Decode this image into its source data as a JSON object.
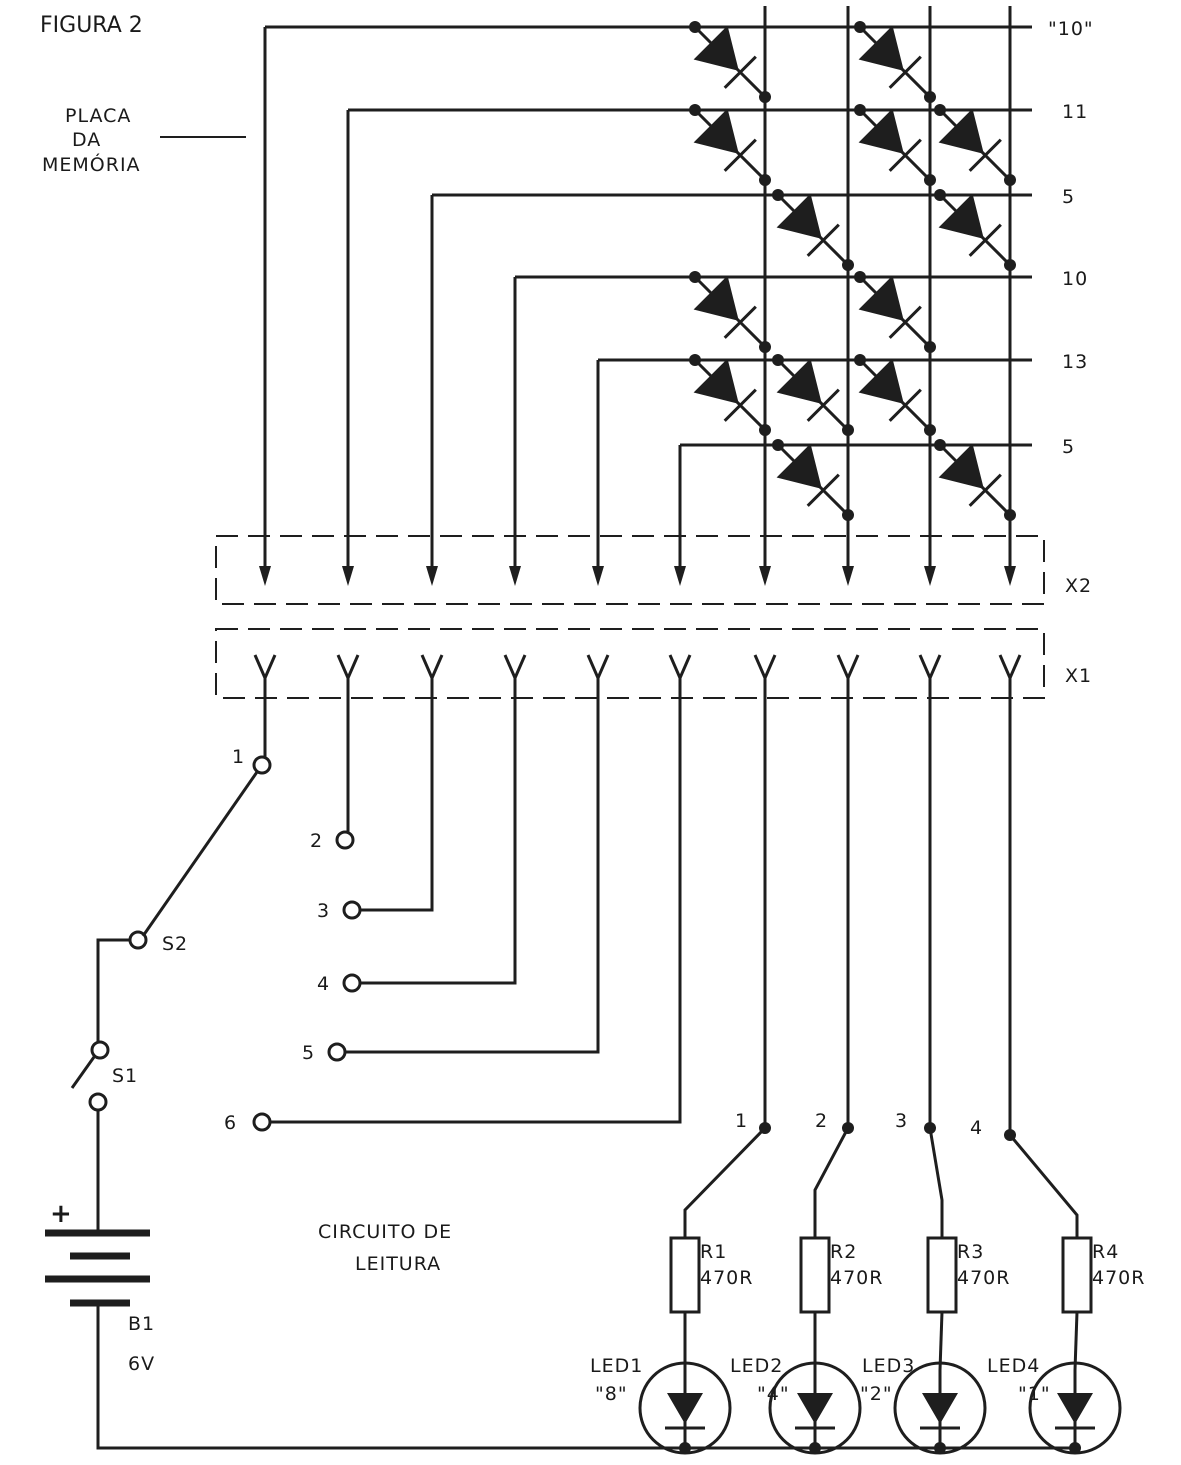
{
  "figure_title": "FIGURA 2",
  "memory_board_label": [
    "PLACA",
    "DA",
    "MEMÓRIA"
  ],
  "reading_circuit_label": [
    "CIRCUITO  DE",
    "LEITURA"
  ],
  "row_labels": [
    "\"10\"",
    "11",
    "5",
    "10",
    "13",
    "5"
  ],
  "diode_matrix": [
    [
      1,
      0,
      1,
      0
    ],
    [
      1,
      0,
      1,
      1
    ],
    [
      0,
      1,
      0,
      1
    ],
    [
      1,
      0,
      1,
      0
    ],
    [
      1,
      1,
      1,
      0
    ],
    [
      0,
      1,
      0,
      1
    ]
  ],
  "connectors": {
    "x2": "X2",
    "x1": "X1"
  },
  "switch_s2": {
    "label": "S2",
    "positions": [
      "1",
      "2",
      "3",
      "4",
      "5",
      "6"
    ],
    "selected": "1"
  },
  "switch_s1": {
    "label": "S1"
  },
  "battery": {
    "label": "B1",
    "voltage": "6V",
    "polarity": "+"
  },
  "outputs": [
    {
      "pin": "1",
      "resistor": "R1",
      "value": "470R",
      "led": "LED1",
      "weight": "\"8\""
    },
    {
      "pin": "2",
      "resistor": "R2",
      "value": "470R",
      "led": "LED2",
      "weight": "\"4\""
    },
    {
      "pin": "3",
      "resistor": "R3",
      "value": "470R",
      "led": "LED3",
      "weight": "\"2\""
    },
    {
      "pin": "4",
      "resistor": "R4",
      "value": "470R",
      "led": "LED4",
      "weight": "\"1\""
    }
  ]
}
